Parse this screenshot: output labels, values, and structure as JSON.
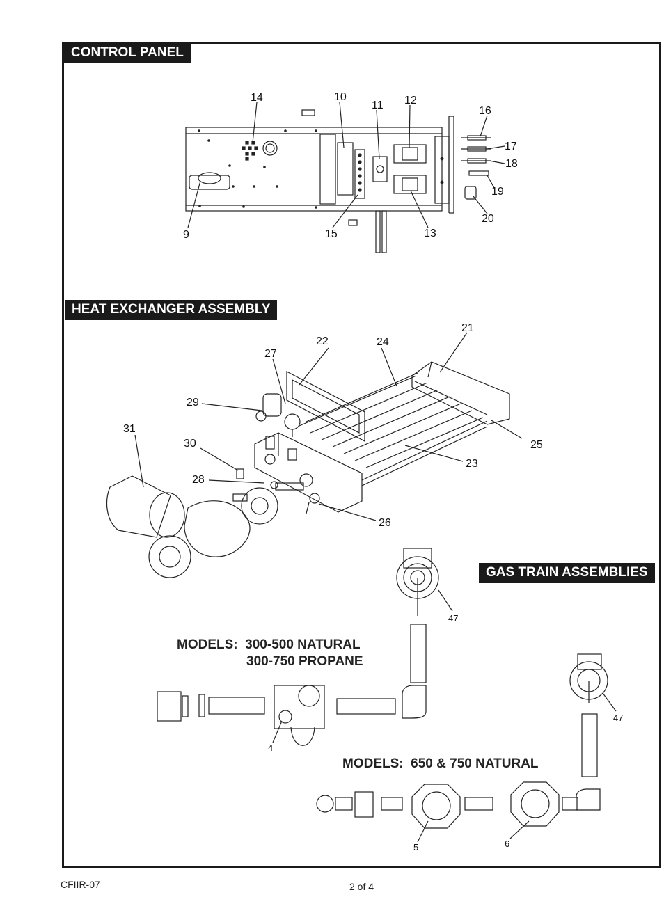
{
  "sections": {
    "control_panel": "CONTROL PANEL",
    "heat_exchanger": "HEAT EXCHANGER ASSEMBLY",
    "gas_train": "GAS TRAIN ASSEMBLIES"
  },
  "models": {
    "small_line1": "MODELS:  300-500 NATURAL",
    "small_line2": "300-750 PROPANE",
    "large": "MODELS:  650 & 750 NATURAL"
  },
  "callouts": {
    "c4": "4",
    "c5": "5",
    "c6": "6",
    "c9": "9",
    "c10": "10",
    "c11": "11",
    "c12": "12",
    "c13": "13",
    "c14": "14",
    "c15": "15",
    "c16": "16",
    "c17": "17",
    "c18": "18",
    "c19": "19",
    "c20": "20",
    "c21": "21",
    "c22": "22",
    "c23": "23",
    "c24": "24",
    "c25": "25",
    "c26": "26",
    "c27": "27",
    "c28": "28",
    "c29": "29",
    "c30": "30",
    "c31": "31",
    "c47a": "47",
    "c47b": "47"
  },
  "footer": {
    "doc_code": "CFIIR-07",
    "page": "2 of 4"
  }
}
